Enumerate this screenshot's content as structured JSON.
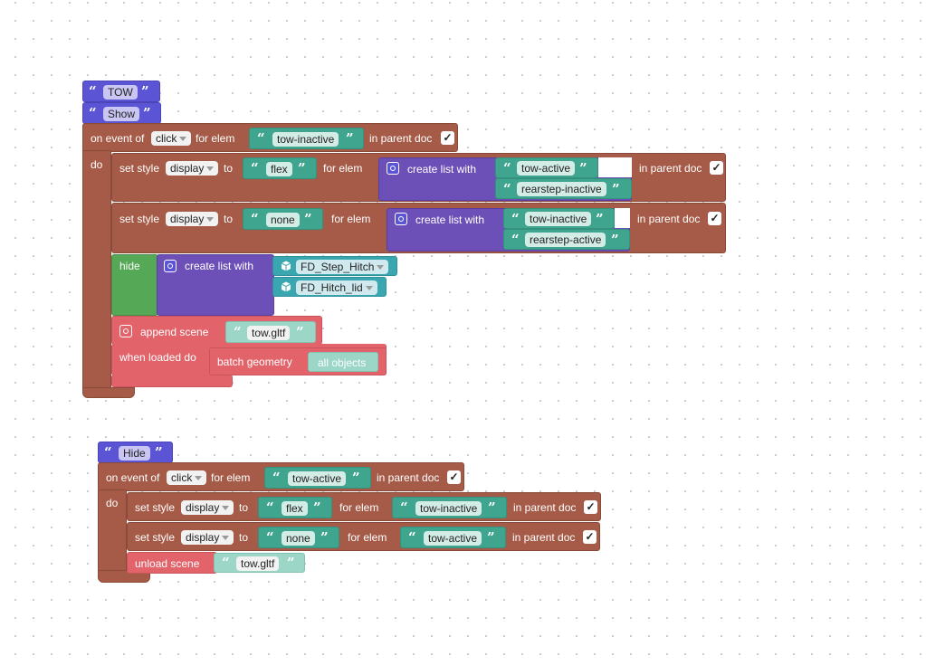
{
  "block_group_1": {
    "text_blocks": [
      "TOW",
      "Show"
    ],
    "event": {
      "on_event_of": "on event of",
      "event_value": "click",
      "for_elem": "for elem",
      "elem": "tow-inactive",
      "in_parent_doc": "in parent doc",
      "checked": "✓"
    },
    "do_label": "do",
    "set_style_1": {
      "label": "set style",
      "prop": "display",
      "to": "to",
      "value": "flex",
      "for_elem": "for elem",
      "create_list": "create list with",
      "items": [
        "tow-active",
        "rearstep-inactive"
      ],
      "in_parent_doc": "in parent doc",
      "checked": "✓"
    },
    "set_style_2": {
      "label": "set style",
      "prop": "display",
      "to": "to",
      "value": "none",
      "for_elem": "for elem",
      "create_list": "create list with",
      "items": [
        "tow-inactive",
        "rearstep-active"
      ],
      "in_parent_doc": "in parent doc",
      "checked": "✓"
    },
    "hide": {
      "label": "hide",
      "create_list": "create list with",
      "items": [
        "FD_Step_Hitch",
        "FD_Hitch_lid"
      ]
    },
    "append": {
      "label": "append scene",
      "file": "tow.gltf",
      "when_loaded": "when loaded do",
      "batch": "batch geometry",
      "batch_value": "all objects"
    }
  },
  "block_group_2": {
    "text_block": "Hide",
    "event": {
      "on_event_of": "on event of",
      "event_value": "click",
      "for_elem": "for elem",
      "elem": "tow-active",
      "in_parent_doc": "in parent doc",
      "checked": "✓"
    },
    "do_label": "do",
    "set_style_1": {
      "label": "set style",
      "prop": "display",
      "to": "to",
      "value": "flex",
      "for_elem": "for elem",
      "elem": "tow-inactive",
      "in_parent_doc": "in parent doc",
      "checked": "✓"
    },
    "set_style_2": {
      "label": "set style",
      "prop": "display",
      "to": "to",
      "value": "none",
      "for_elem": "for elem",
      "elem": "tow-active",
      "in_parent_doc": "in parent doc",
      "checked": "✓"
    },
    "unload": {
      "label": "unload scene",
      "file": "tow.gltf"
    }
  },
  "colors": {
    "event": "#a55b47",
    "text": "#5b55d6",
    "list": "#6d4fb8",
    "string": "#3fa58e",
    "object": "#3aa7b0",
    "hide": "#55a855",
    "scene": "#e3636a",
    "pale": "#9bd6c7"
  },
  "icons": [
    "gear-icon",
    "cube-icon",
    "dropdown-arrow-icon",
    "checkbox-icon",
    "quote-open-icon",
    "quote-close-icon"
  ]
}
